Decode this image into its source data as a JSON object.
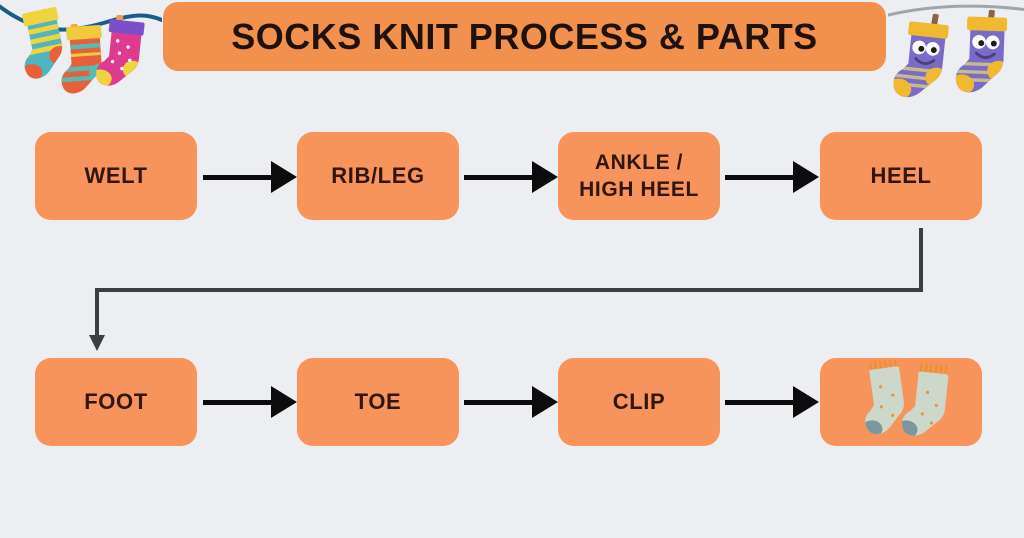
{
  "title": "SOCKS KNIT PROCESS & PARTS",
  "colors": {
    "background": "#ECEEF1",
    "node_fill": "#F6945B",
    "title_fill": "#F2914E",
    "node_text": "#32160D",
    "arrow_black": "#0C0C0C",
    "connector_gray": "#3A3F44"
  },
  "flow": {
    "row1": [
      {
        "label": "WELT"
      },
      {
        "label": "RIB/LEG"
      },
      {
        "label": "ANKLE / HIGH HEEL"
      },
      {
        "label": "HEEL"
      }
    ],
    "row2": [
      {
        "label": "FOOT"
      },
      {
        "label": "TOE"
      },
      {
        "label": "CLIP"
      }
    ],
    "final_node_icon": "finished-socks-pair-icon"
  },
  "decor": {
    "left_illustration_icon": "clothesline-with-three-colorful-socks-icon",
    "right_illustration_icon": "clothesline-with-two-purple-cartoon-socks-icon"
  }
}
